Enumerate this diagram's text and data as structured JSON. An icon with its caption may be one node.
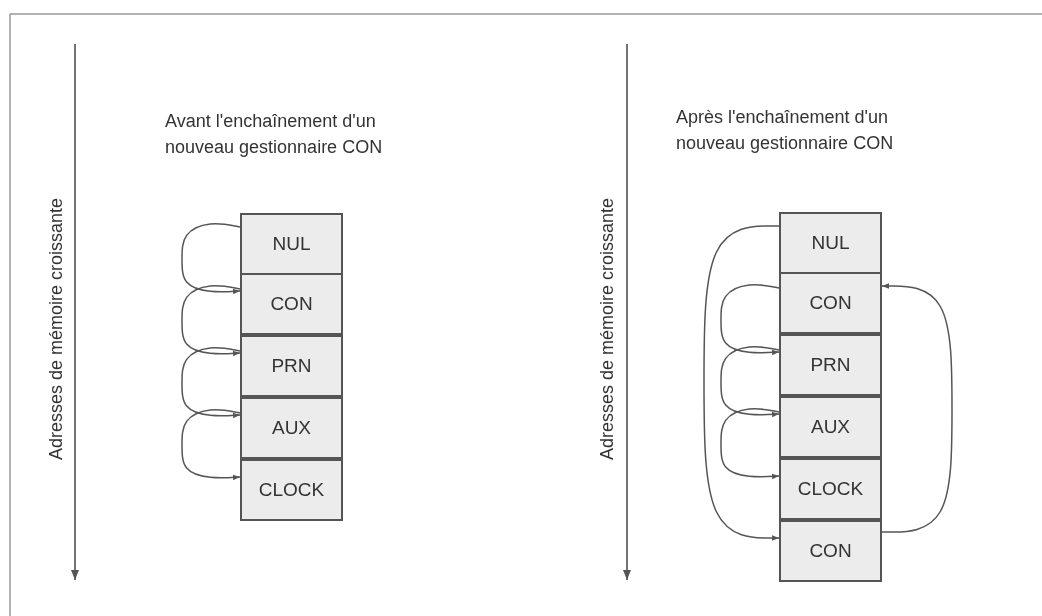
{
  "diagram": {
    "nodes": [
      {
        "text": [
          "NUL"
        ]
      },
      {
        "text": [
          "CON"
        ]
      },
      {
        "text": [
          "PRN"
        ]
      },
      {
        "text": [
          "AUX"
        ]
      },
      {
        "text": [
          "CLOCK"
        ]
      },
      {
        "text": [
          "NUL"
        ]
      },
      {
        "text": [
          "CON"
        ]
      },
      {
        "text": [
          "PRN"
        ]
      },
      {
        "text": [
          "AUX"
        ]
      },
      {
        "text": [
          "CLOCK"
        ]
      },
      {
        "text": [
          "CON"
        ]
      }
    ],
    "edges": [
      {
        "from": 0,
        "to": 1,
        "arrow": "to"
      },
      {
        "from": 1,
        "to": 2,
        "arrow": "to"
      },
      {
        "from": 2,
        "to": 3,
        "arrow": "to"
      },
      {
        "from": 3,
        "to": 4,
        "arrow": "to"
      },
      {
        "from": 5,
        "to": 10,
        "arrow": "to"
      },
      {
        "from": 10,
        "to": 6,
        "arrow": "to"
      },
      {
        "from": 6,
        "to": 7,
        "arrow": "to"
      },
      {
        "from": 7,
        "to": 8,
        "arrow": "to"
      },
      {
        "from": 8,
        "to": 9,
        "arrow": "to"
      }
    ],
    "labels": [
      "Adresses de mémoire croissante",
      "Avant l'enchaînement d'un nouveau gestionnaire CON",
      "Adresses de mémoire croissante",
      "Après l'enchaînement d'un nouveau gestionnaire CON"
    ]
  }
}
